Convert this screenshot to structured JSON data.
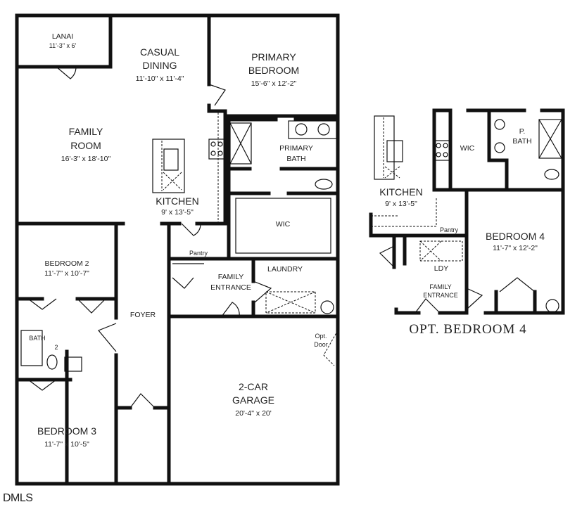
{
  "main_plan": {
    "rooms": [
      {
        "name": "LANAI",
        "size": "11'-3\" x 6'"
      },
      {
        "name": "CASUAL DINING",
        "size": "11'-10\" x 11'-4\""
      },
      {
        "name": "PRIMARY BEDROOM",
        "size": "15'-6\" x 12'-2\""
      },
      {
        "name": "FAMILY ROOM",
        "size": "16'-3\" x 18'-10\""
      },
      {
        "name": "PRIMARY BATH",
        "size": ""
      },
      {
        "name": "KITCHEN",
        "size": "9' x 13'-5\""
      },
      {
        "name": "WIC",
        "size": ""
      },
      {
        "name": "Pantry",
        "size": ""
      },
      {
        "name": "BEDROOM 2",
        "size": "11'-7\" x 10'-7\""
      },
      {
        "name": "FAMILY ENTRANCE",
        "size": ""
      },
      {
        "name": "LAUNDRY",
        "size": ""
      },
      {
        "name": "FOYER",
        "size": ""
      },
      {
        "name": "BATH 2",
        "size": ""
      },
      {
        "name": "2-CAR GARAGE",
        "size": "20'-4\" x 20'"
      },
      {
        "name": "BEDROOM 3",
        "size": "11'-7\" x 10'-5\""
      }
    ],
    "opt_door": "Opt. Door"
  },
  "option_plan": {
    "title": "OPT. BEDROOM 4",
    "rooms": [
      {
        "name": "KITCHEN",
        "size": "9' x 13'-5\""
      },
      {
        "name": "WIC",
        "size": ""
      },
      {
        "name": "P. BATH",
        "size": ""
      },
      {
        "name": "Pantry",
        "size": ""
      },
      {
        "name": "BEDROOM 4",
        "size": "11'-7\" x 12'-2\""
      },
      {
        "name": "LDY",
        "size": ""
      },
      {
        "name": "FAMILY ENTRANCE",
        "size": ""
      }
    ]
  },
  "logo": "DMLS"
}
